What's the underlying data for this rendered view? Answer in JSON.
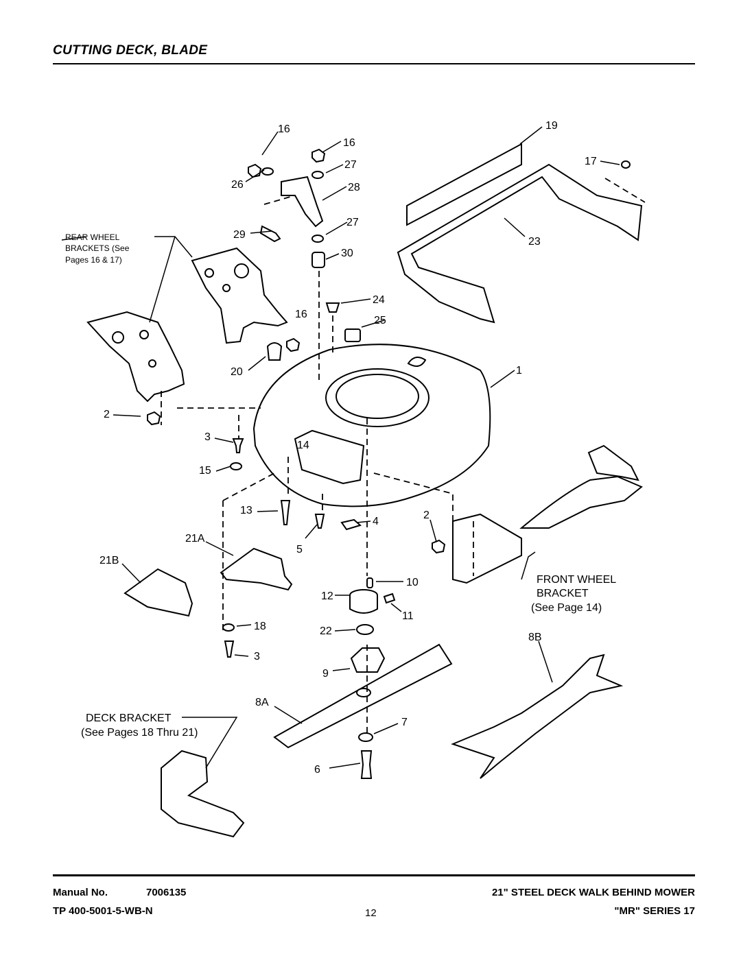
{
  "header": {
    "title": "CUTTING DECK, BLADE"
  },
  "callouts": {
    "c16a": "16",
    "c16b": "16",
    "c16c": "16",
    "c19": "19",
    "c17": "17",
    "c27a": "27",
    "c26": "26",
    "c28": "28",
    "c27b": "27",
    "c29": "29",
    "c23": "23",
    "c30": "30",
    "c24": "24",
    "c25": "25",
    "c20": "20",
    "c1": "1",
    "c2a": "2",
    "c3a": "3",
    "c14": "14",
    "c15": "15",
    "c13": "13",
    "c4": "4",
    "c2b": "2",
    "c21A": "21A",
    "c5": "5",
    "c21B": "21B",
    "c10": "10",
    "c12": "12",
    "c11": "11",
    "c18": "18",
    "c22": "22",
    "c8B": "8B",
    "c3b": "3",
    "c9": "9",
    "c8A": "8A",
    "c7": "7",
    "c6": "6"
  },
  "labels": {
    "rear_wheel_1": "REAR WHEEL",
    "rear_wheel_2": "BRACKETS (See",
    "rear_wheel_3": "Pages 16 & 17)",
    "front_wheel_1": "FRONT WHEEL",
    "front_wheel_2": "BRACKET",
    "front_wheel_3": "(See Page 14)",
    "deck_bracket_1": "DECK BRACKET",
    "deck_bracket_2": "(See Pages 18 Thru 21)"
  },
  "footer": {
    "manual_label": "Manual No.",
    "manual_number": "7006135",
    "tp_number": "TP 400-5001-5-WB-N",
    "page_number": "12",
    "product": "21\" STEEL DECK WALK BEHIND MOWER",
    "series": "\"MR\" SERIES 17"
  }
}
